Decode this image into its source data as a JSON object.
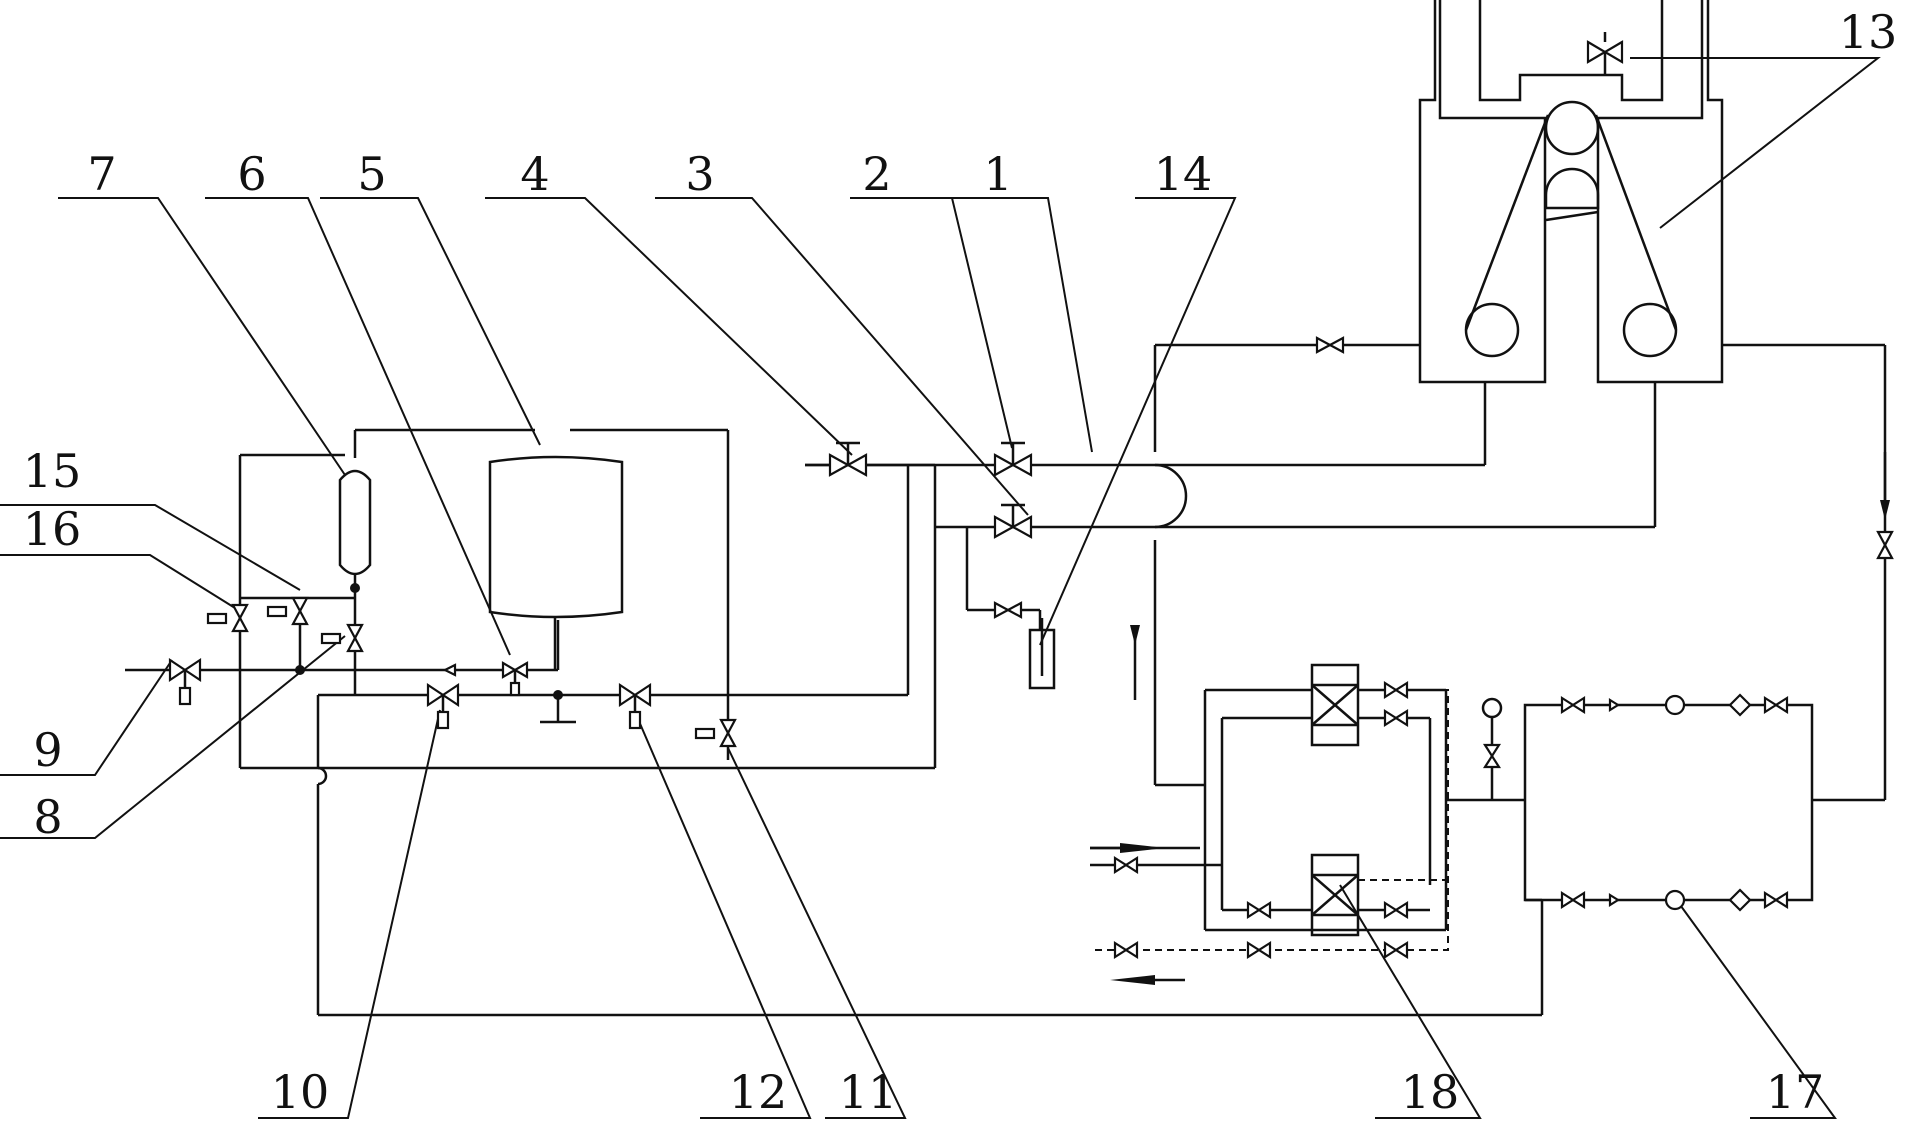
{
  "labels": [
    {
      "id": "1",
      "text": "1"
    },
    {
      "id": "2",
      "text": "2"
    },
    {
      "id": "3",
      "text": "3"
    },
    {
      "id": "4",
      "text": "4"
    },
    {
      "id": "5",
      "text": "5"
    },
    {
      "id": "6",
      "text": "6"
    },
    {
      "id": "7",
      "text": "7"
    },
    {
      "id": "8",
      "text": "8"
    },
    {
      "id": "9",
      "text": "9"
    },
    {
      "id": "10",
      "text": "10"
    },
    {
      "id": "11",
      "text": "11"
    },
    {
      "id": "12",
      "text": "12"
    },
    {
      "id": "13",
      "text": "13"
    },
    {
      "id": "14",
      "text": "14"
    },
    {
      "id": "15",
      "text": "15"
    },
    {
      "id": "16",
      "text": "16"
    },
    {
      "id": "17",
      "text": "17"
    },
    {
      "id": "18",
      "text": "18"
    }
  ],
  "colors": {
    "line": "#111111",
    "background": "#ffffff"
  }
}
